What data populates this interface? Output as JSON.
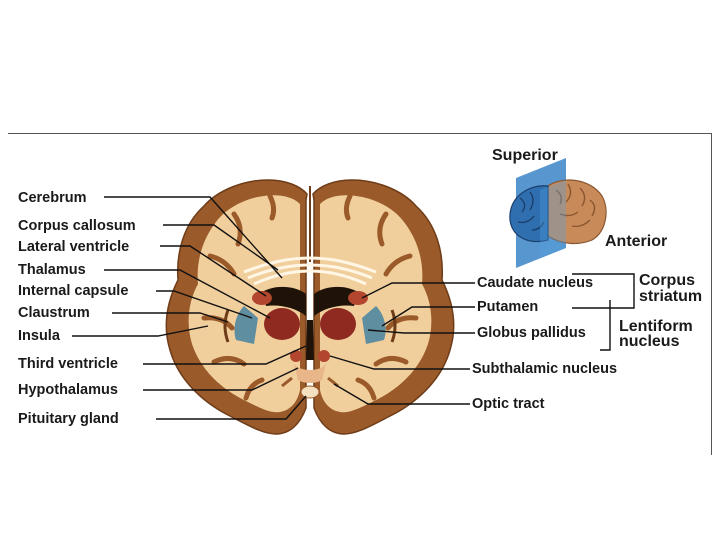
{
  "figure": {
    "orientation": {
      "superior": "Superior",
      "anterior": "Anterior"
    },
    "left_labels": [
      "Cerebrum",
      "Corpus callosum",
      "Lateral ventricle",
      "Thalamus",
      "Internal capsule",
      "Claustrum",
      "Insula",
      "Third ventricle",
      "Hypothalamus",
      "Pituitary gland"
    ],
    "right_labels": [
      "Caudate nucleus",
      "Putamen",
      "Globus pallidus",
      "Subthalamic nucleus",
      "Optic tract"
    ],
    "groups": {
      "corpus_striatum": [
        "Corpus",
        "striatum"
      ],
      "lentiform_nucleus": [
        "Lentiform",
        "nucleus"
      ]
    },
    "colors": {
      "cortex": "#9a5a2a",
      "white_matter": "#f1cf9c",
      "nuclei": "#8e2a20",
      "globus_pallidus": "#5f8ea0",
      "ventricle": "#1f1208",
      "inset_plane": "#3a8fd0"
    }
  }
}
